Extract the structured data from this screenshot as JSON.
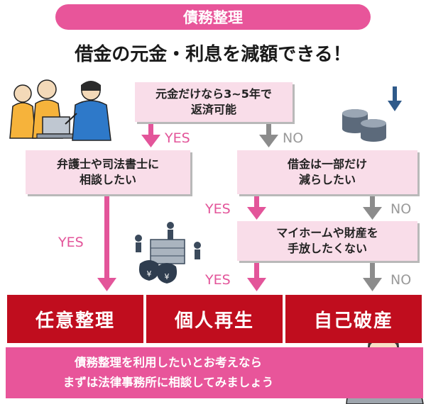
{
  "title": "債務整理",
  "subtitle": "借金の元金・利息を減額できる！",
  "questions": {
    "q1": "元金だけなら3~5年で\n返済可能",
    "q2": "弁護士や司法書士に\n相談したい",
    "q3": "借金は一部だけ\n減らしたい",
    "q4": "マイホームや財産を\n手放したくない"
  },
  "labels": {
    "yes": "YES",
    "no": "NO"
  },
  "results": [
    "任意整理",
    "個人再生",
    "自己破産"
  ],
  "footer": {
    "line1": "債務整理を利用したいとお考えなら",
    "line2": "まずは法律事務所に相談してみましょう"
  },
  "coin_symbol": "¥",
  "colors": {
    "pink": "#e8559a",
    "pink_light": "#f9dde9",
    "red": "#c00d1e",
    "gray_arrow": "#8c8c8c"
  },
  "icons": [
    "consultation-illustration",
    "coins-down-icon",
    "assets-illustration",
    "lawyer-illustration"
  ]
}
